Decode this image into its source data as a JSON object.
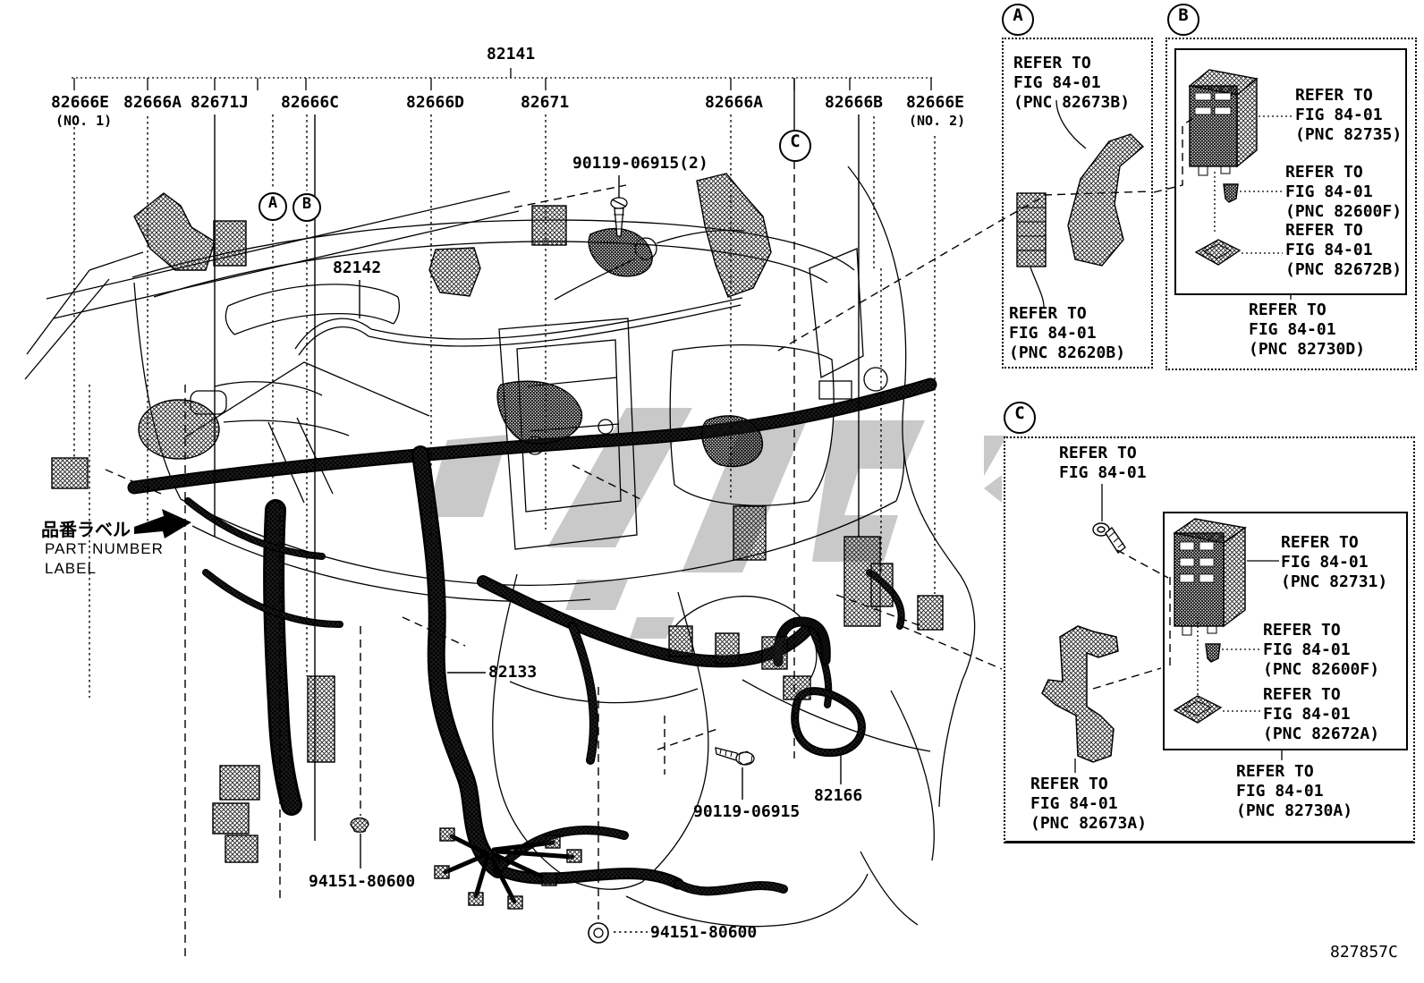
{
  "figure_code": "827857C",
  "main_label": "82141",
  "top_labels": [
    {
      "text": "82666E",
      "note": "(NO. 1)"
    },
    {
      "text": "82666A",
      "note": ""
    },
    {
      "text": "82671J",
      "note": ""
    },
    {
      "text": "82666C",
      "note": ""
    },
    {
      "text": "82666D",
      "note": ""
    },
    {
      "text": "82671",
      "note": ""
    },
    {
      "text": "82666A",
      "note": ""
    },
    {
      "text": "82666B",
      "note": ""
    },
    {
      "text": "82666E",
      "note": "(NO. 2)"
    }
  ],
  "part_labels": {
    "screw_top": "90119-06915(2)",
    "harness_82142": "82142",
    "harness_82133": "82133",
    "connector_82166": "82166",
    "bolt_bottom": "90119-06915",
    "grommet_left": "94151-80600",
    "grommet_bottom": "94151-80600"
  },
  "pn_label": {
    "jp": "品番ラベル",
    "en_line1": "PART NUMBER",
    "en_line2": "LABEL"
  },
  "callout_a": {
    "letter": "A",
    "ref_top": [
      "REFER TO",
      "FIG 84-01",
      "(PNC 82673B)"
    ],
    "ref_bottom": [
      "REFER TO",
      "FIG 84-01",
      "(PNC 82620B)"
    ]
  },
  "callout_b": {
    "letter": "B",
    "ref_1": [
      "REFER TO",
      "FIG 84-01",
      "(PNC 82735)"
    ],
    "ref_2": [
      "REFER TO",
      "FIG 84-01",
      "(PNC 82600F)"
    ],
    "ref_3": [
      "REFER TO",
      "FIG 84-01",
      "(PNC 82672B)"
    ],
    "ref_outer": [
      "REFER TO",
      "FIG 84-01",
      "(PNC 82730D)"
    ]
  },
  "callout_c": {
    "letter": "C",
    "ref_top": [
      "REFER TO",
      "FIG 84-01"
    ],
    "ref_1": [
      "REFER TO",
      "FIG 84-01",
      "(PNC 82731)"
    ],
    "ref_2": [
      "REFER TO",
      "FIG 84-01",
      "(PNC 82600F)"
    ],
    "ref_3": [
      "REFER TO",
      "FIG 84-01",
      "(PNC 82672A)"
    ],
    "ref_bracket": [
      "REFER TO",
      "FIG 84-01",
      "(PNC 82673A)"
    ],
    "ref_outer": [
      "REFER TO",
      "FIG 84-01",
      "(PNC 82730A)"
    ]
  }
}
